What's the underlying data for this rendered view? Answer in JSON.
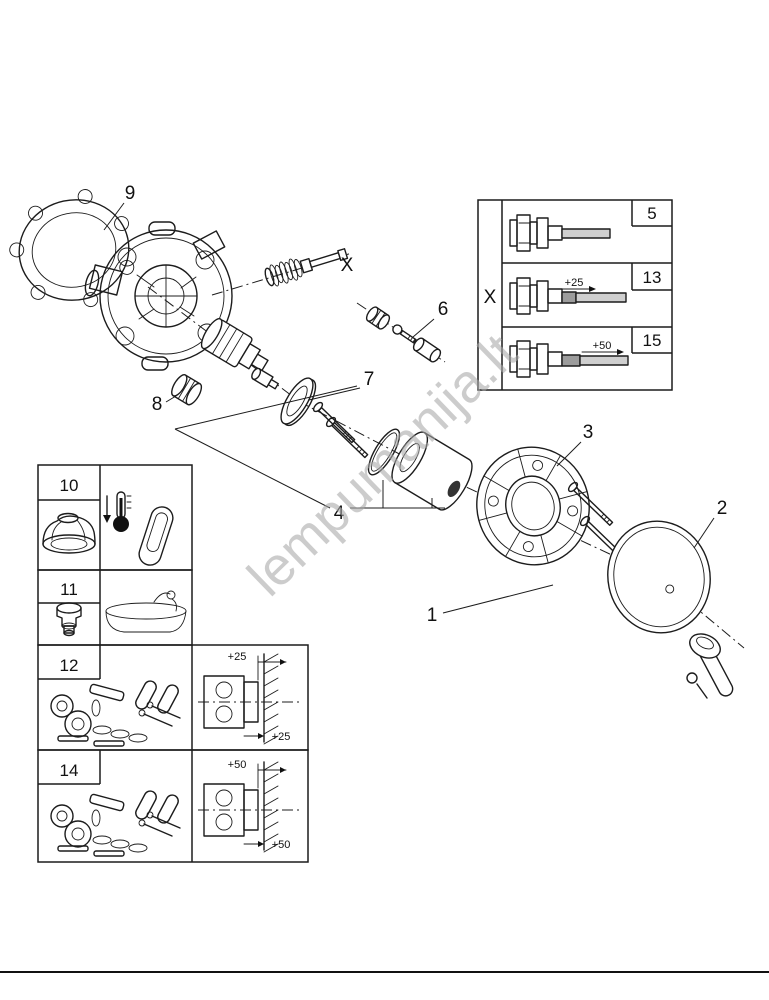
{
  "page": {
    "watermark": "lempumanija.lt"
  },
  "labels": {
    "part1": "1",
    "part2": "2",
    "part3": "3",
    "part4": "4",
    "part6": "6",
    "part7": "7",
    "part8": "8",
    "part9": "9",
    "x_ref": "X"
  },
  "variant_panel": {
    "x_label": "X",
    "rows": [
      {
        "part_number": "5"
      },
      {
        "part_number": "13",
        "length_note": "+25"
      },
      {
        "part_number": "15",
        "length_note": "+50"
      }
    ]
  },
  "detail_boxes": [
    {
      "part_number": "10"
    },
    {
      "part_number": "11"
    },
    {
      "part_number": "12",
      "dim_top": "+25",
      "dim_bottom": "+25"
    },
    {
      "part_number": "14",
      "dim_top": "+50",
      "dim_bottom": "+50"
    }
  ]
}
